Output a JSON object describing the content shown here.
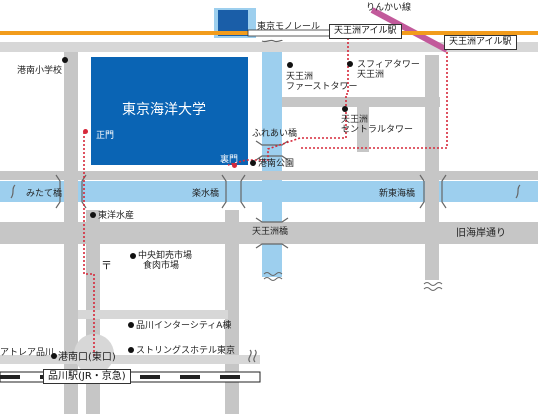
{
  "lines": {
    "rinkai": "りんかい線",
    "monorail": "東京モノレール",
    "monorail_station": "天王洲アイル駅",
    "rinkai_station": "天王洲アイル駅"
  },
  "campus": {
    "name": "東京海洋大学",
    "main_gate": "正門",
    "back_gate": "裏門"
  },
  "roads": {
    "old_coast": "旧海岸通り"
  },
  "bridges": {
    "mitate": "みたて橋",
    "rakusui": "楽水橋",
    "shintoukai": "新東海橋",
    "tennozu": "天王洲橋",
    "fureai": "ふれあい橋"
  },
  "landmarks": {
    "konan_school": "港南小学校",
    "tennozu_first_1": "天王洲",
    "tennozu_first_2": "ファーストタワー",
    "sphere_1": "スフィアタワー",
    "sphere_2": "天王洲",
    "central_1": "天王洲",
    "central_2": "セントラルタワー",
    "konan_park": "港南公園",
    "toyo_suisan": "東洋水産",
    "market_1": "中央卸売市場",
    "market_2": "食肉市場",
    "post_symbol": "〒",
    "intercity": "品川インターシティA棟",
    "strings": "ストリングスホテル東京",
    "atrea": "アトレア品川",
    "konan_exit": "港南口(東口)",
    "shinagawa_station": "品川駅(JR・京急)"
  },
  "colors": {
    "campus": "#0a64b4",
    "canal": "#9dcfee",
    "road": "#c6c6c6",
    "monorail": "#f29c1c",
    "rinkai": "#c25a9b",
    "route": "#d6283a"
  }
}
